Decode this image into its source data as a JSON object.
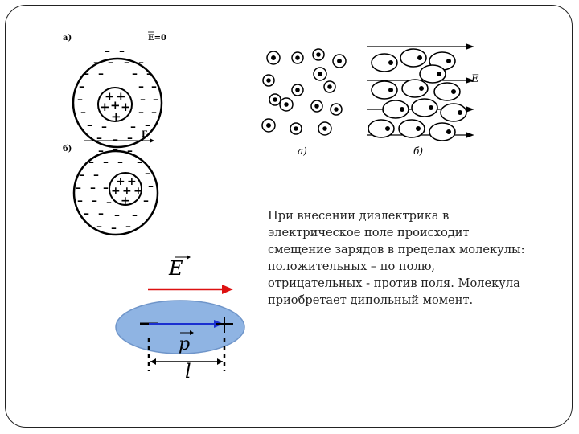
{
  "fig_atom": {
    "label_a": "а)",
    "label_b": "б)",
    "field_zero": "E=0",
    "field_label": "E",
    "plus_sign": "+",
    "minus_sign": "–"
  },
  "fig_molecules": {
    "label_a": "а)",
    "label_b": "б)",
    "field_label": "E"
  },
  "fig_dipole": {
    "field_label": "E",
    "moment_label": "p",
    "length_label": "l"
  },
  "description": {
    "lines": [
      "При внесении диэлектрика в",
      "электрическое поле происходит",
      "смещение зарядов в пределах молекулы:",
      "положительных – по полю,",
      "отрицательных - против поля. Молекула",
      "приобретает дипольный момент."
    ]
  },
  "colors": {
    "field_arrow": "#dd1111",
    "moment_arrow": "#1a2fd0",
    "ellipse_fill": "#8fb4e3",
    "ellipse_stroke": "#6f95c9"
  }
}
